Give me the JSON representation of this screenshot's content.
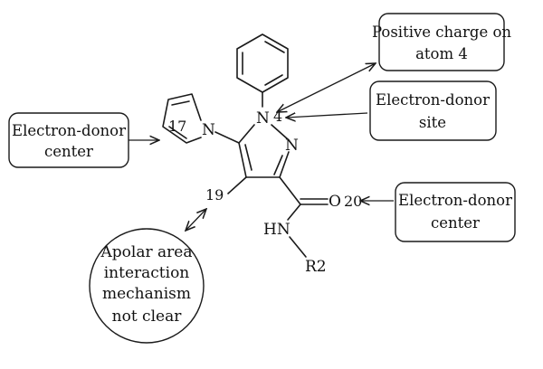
{
  "callouts": {
    "positive_charge": {
      "line1": "Positive charge on",
      "line2": "atom 4"
    },
    "donor_site": {
      "line1": "Electron-donor",
      "line2": "site"
    },
    "donor_center_left": {
      "line1": "Electron-donor",
      "line2": "center"
    },
    "donor_center_right": {
      "line1": "Electron-donor",
      "line2": "center"
    },
    "apolar": {
      "line1": "Apolar area",
      "line2": "interaction",
      "line3": "mechanism",
      "line4": "not clear"
    }
  },
  "atoms": {
    "n1": "N",
    "n2": "N",
    "n_pyrrole": "N",
    "oxygen": "O",
    "amide_nh": "HN",
    "r_group": "R2"
  },
  "numbers": {
    "atom4": "4",
    "atom17": "17",
    "atom19": "19",
    "atom20": "20"
  },
  "colors": {
    "ink": "#1a1a1a",
    "background": "#ffffff"
  }
}
